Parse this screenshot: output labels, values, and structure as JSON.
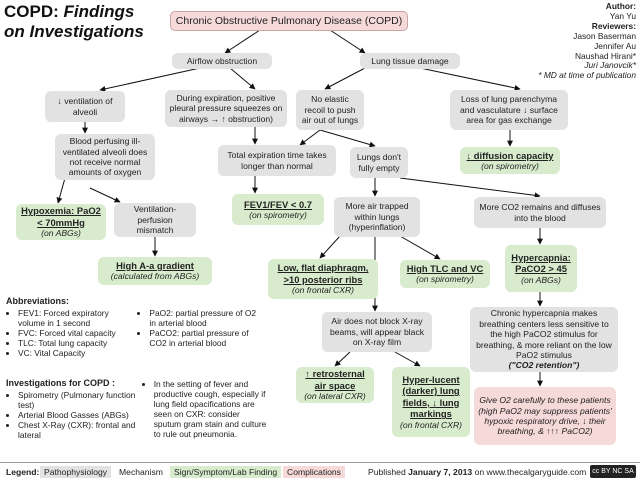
{
  "title": {
    "main": "COPD:",
    "italic_line1": "Findings",
    "italic_line2": "on Investigations"
  },
  "authors": {
    "author_label": "Author:",
    "author": "Yan Yu",
    "reviewers_label": "Reviewers:",
    "reviewers": [
      "Jason Baserman",
      "Jennifer Au",
      "Naushad Hirani*",
      "Juri Janovcik*"
    ],
    "note": "* MD at time of publication"
  },
  "nodes": {
    "copd": "Chronic Obstructive Pulmonary Disease (COPD)",
    "airflow": "Airflow obstruction",
    "lung_damage": "Lung tissue damage",
    "dec_vent": "↓ ventilation of alveoli",
    "expiration": "During expiration, positive pleural pressure squeezes on airways → ↑ obstruction)",
    "no_recoil": "No elastic recoil to push air out of lungs",
    "loss_parenchyma": "Loss of lung parenchyma and vasculature ↓ surface area for gas exchange",
    "blood_perfusing": "Blood perfusing ill-ventilated alveoli does not receive normal amounts of oxygen",
    "total_exp": "Total expiration time takes longer than normal",
    "lungs_dont_empty": "Lungs don't fully empty",
    "diffusion": "↓ diffusion capacity",
    "diffusion_sub": "(on spirometry)",
    "hypoxemia": "Hypoxemia: PaO2 < 70mmHg",
    "hypoxemia_sub": "(on ABGs)",
    "vq": "Ventilation-perfusion mismatch",
    "fev1": "FEV1/FEV < 0.7",
    "fev1_sub": "(on spirometry)",
    "air_trapped": "More air trapped within lungs (hyperinflation)",
    "more_co2": "More CO2 remains and diffuses into the blood",
    "aa_gradient": "High A-a gradient",
    "aa_sub": "(calculated from ABGs)",
    "low_diaphragm": "Low, flat diaphragm, >10 posterior ribs",
    "low_diaphragm_sub": "(on frontal CXR)",
    "tlc": "High TLC and VC",
    "tlc_sub": "(on spirometry)",
    "hypercapnia": "Hypercapnia: PaCO2 > 45",
    "hypercapnia_sub": "(on ABGs)",
    "air_xray": "Air does not block X-ray beams, will appear black on X-ray film",
    "co2_retention": "Chronic hypercapnia makes breathing centers less sensitive to the high PaCO2 stimulus for breathing, & more reliant on the low PaO2 stimulus",
    "co2_retention_q": "(\"CO2 retention\")",
    "retrosternal": "↑ retrosternal air space",
    "retrosternal_sub": "(on lateral CXR)",
    "hyperlucent": "Hyper-lucent (darker) lung fields, ↓ lung markings",
    "hyperlucent_sub": "(on frontal CXR)",
    "give_o2": "Give O2 carefully to these patients (high PaO2 may suppress patients' hypoxic respiratory drive, ↓ their breathing, & ↑↑↑ PaCO2)"
  },
  "abbreviations": {
    "heading": "Abbreviations:",
    "left": [
      "FEV1: Forced expiratory volume in 1 second",
      "FVC: Forced vital capacity",
      "TLC: Total lung capacity",
      "VC: Vital Capacity"
    ],
    "right": [
      "PaO2: partial pressure of O2 in arterial blood",
      "PaCO2: partial pressure of CO2 in arterial blood"
    ]
  },
  "investigations": {
    "heading": "Investigations for COPD :",
    "left": [
      "Spirometry (Pulmonary function test)",
      "Arterial Blood Gasses (ABGs)",
      "Chest X-Ray (CXR): frontal and lateral"
    ],
    "right": [
      "In the setting of fever and productive cough, especially if lung field opacifications are seen on CXR: consider sputum gram stain and culture to rule out pneumonia."
    ]
  },
  "legend": {
    "label": "Legend:",
    "patho": "Pathophysiology",
    "mech": "Mechanism",
    "sign": "Sign/Symptom/Lab Finding",
    "comp": "Complications",
    "published_prefix": "Published",
    "published_date": "January 7, 2013",
    "published_suffix": "on www.thecalgaryguide.com",
    "license": "cc BY NC SA"
  },
  "colors": {
    "patho": "#e2e2e2",
    "mech": "#ffffff",
    "sign": "#d8eccd",
    "comp": "#f6d9d9",
    "copd_border": "#c9a5a5",
    "arrow": "#111111"
  }
}
